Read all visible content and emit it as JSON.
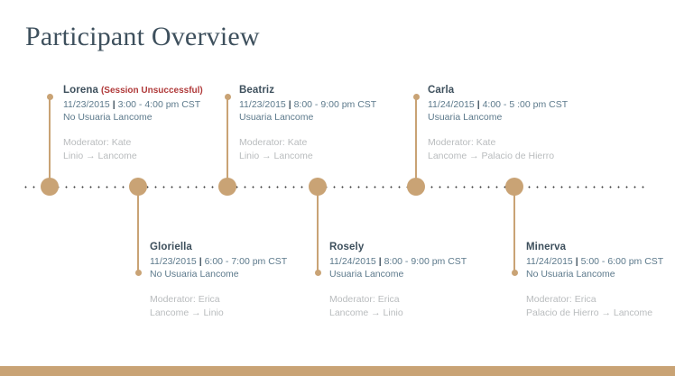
{
  "slide": {
    "title": "Participant Overview",
    "accent_color": "#c9a375",
    "title_color": "#3e505d",
    "alert_color": "#b03a3a",
    "meta_color": "#5d7a8c",
    "muted_color": "#b9bcbe",
    "background": "#ffffff"
  },
  "timeline": {
    "entries": [
      {
        "name": "Lorena",
        "flag": "(Session Unsuccessful)",
        "date": "11/23/2015",
        "separator": "|",
        "time": "3:00 - 4:00 pm CST",
        "status": "No Usuaria Lancome",
        "moderator": "Moderator: Kate",
        "flow": "Linio → Lancome",
        "position": "above"
      },
      {
        "name": "Gloriella",
        "flag": "",
        "date": "11/23/2015",
        "separator": "|",
        "time": "6:00 - 7:00 pm CST",
        "status": "No Usuaria Lancome",
        "moderator": "Moderator: Erica",
        "flow": "Lancome → Linio",
        "position": "below"
      },
      {
        "name": "Beatriz",
        "flag": "",
        "date": "11/23/2015",
        "separator": "|",
        "time": "8:00 - 9:00 pm CST",
        "status": "Usuaria Lancome",
        "moderator": "Moderator: Kate",
        "flow": "Linio → Lancome",
        "position": "above"
      },
      {
        "name": "Rosely",
        "flag": "",
        "date": "11/24/2015",
        "separator": "|",
        "time": "8:00 - 9:00 pm CST",
        "status": "Usuaria Lancome",
        "moderator": "Moderator: Erica",
        "flow": "Lancome → Linio",
        "position": "below"
      },
      {
        "name": "Carla",
        "flag": "",
        "date": "11/24/2015",
        "separator": "|",
        "time": "4:00 - 5 :00 pm CST",
        "status": "Usuaria Lancome",
        "moderator": "Moderator: Kate",
        "flow": "Lancome → Palacio de Hierro",
        "position": "above"
      },
      {
        "name": "Minerva",
        "flag": "",
        "date": "11/24/2015",
        "separator": "|",
        "time": "5:00 - 6:00 pm CST",
        "status": "No Usuaria Lancome",
        "moderator": "Moderator: Erica",
        "flow": "Palacio de Hierro  → Lancome",
        "position": "below"
      }
    ]
  }
}
